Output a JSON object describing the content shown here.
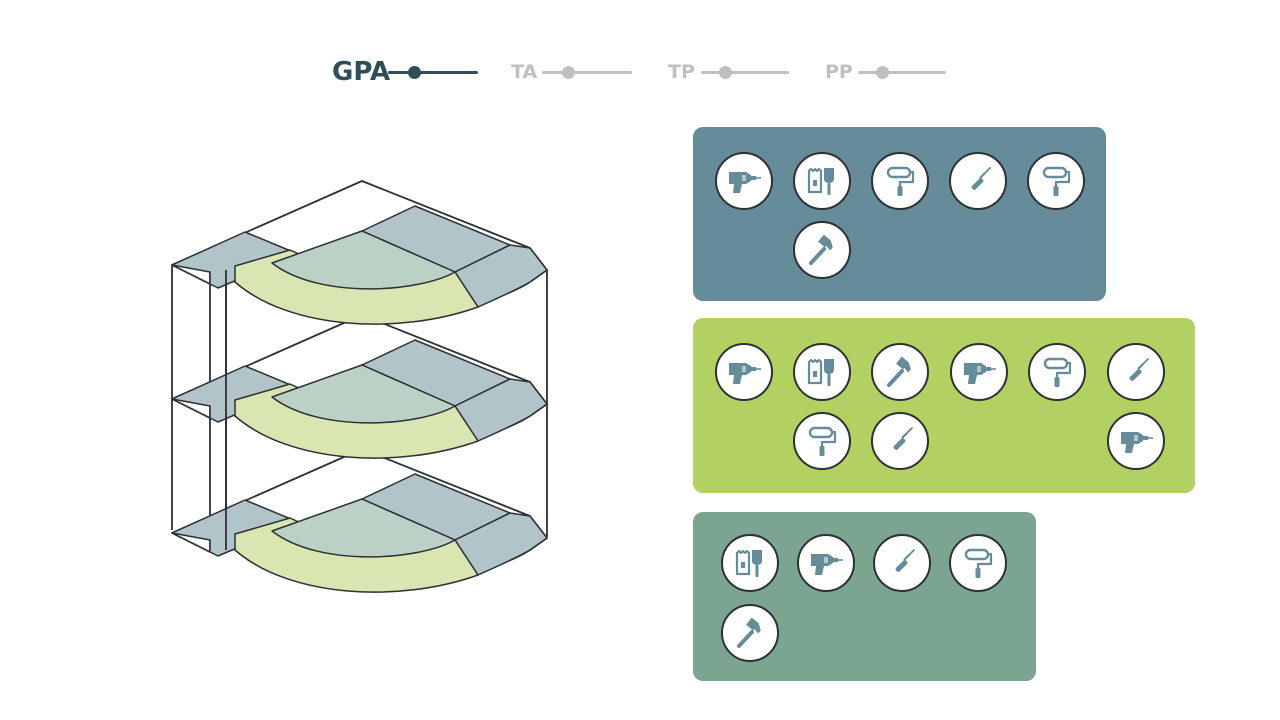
{
  "nav": {
    "steps": [
      {
        "label": "GPA",
        "active": true
      },
      {
        "label": "TA",
        "active": false
      },
      {
        "label": "TP",
        "active": false
      },
      {
        "label": "PP",
        "active": false
      }
    ]
  },
  "colors": {
    "active_step": "#2f4e57",
    "inactive_step": "#bfbfbf",
    "panel_slate": "#668c99",
    "panel_lime": "#b3d162",
    "panel_sage": "#7ba590",
    "floor_blue": "#b1c4ca",
    "floor_green": "#bcd1c6",
    "floor_lime": "#d9e6b1",
    "icon_color": "#668c99",
    "outline": "#2d3034"
  },
  "panels": [
    {
      "name": "slate",
      "color": "#668c99",
      "tools": [
        "drill-icon",
        "plaster-trowel-icon",
        "paint-roller-icon",
        "screwdriver-icon",
        "paint-roller-icon",
        "hammer-icon"
      ]
    },
    {
      "name": "lime",
      "color": "#b3d162",
      "tools": [
        "drill-icon",
        "plaster-trowel-icon",
        "hammer-icon",
        "drill-icon",
        "paint-roller-icon",
        "screwdriver-icon",
        "paint-roller-icon",
        "screwdriver-icon",
        "drill-icon"
      ]
    },
    {
      "name": "sage",
      "color": "#7ba590",
      "tools": [
        "plaster-trowel-icon",
        "drill-icon",
        "screwdriver-icon",
        "paint-roller-icon",
        "hammer-icon"
      ]
    }
  ]
}
